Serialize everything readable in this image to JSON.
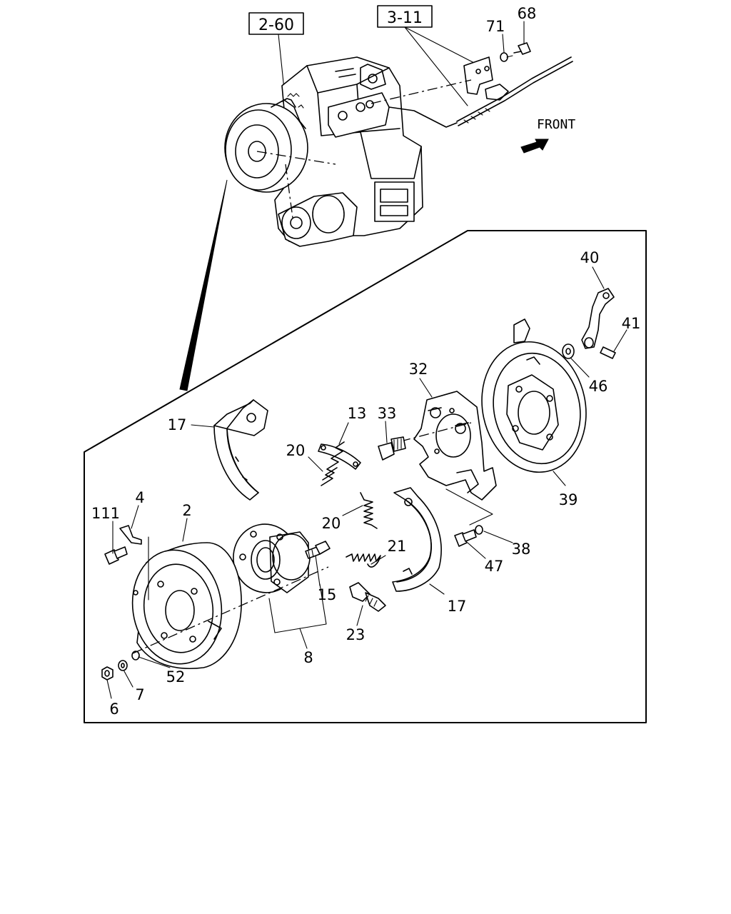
{
  "diagram": {
    "orientation_label": "FRONT",
    "ref_boxes": [
      {
        "id": "ref-box-2-60",
        "text": "2-60"
      },
      {
        "id": "ref-box-3-11",
        "text": "3-11"
      }
    ],
    "callouts": {
      "c68": "68",
      "c71": "71",
      "c40": "40",
      "c41": "41",
      "c46": "46",
      "c32": "32",
      "c39": "39",
      "c17a": "17",
      "c13": "13",
      "c33": "33",
      "c20a": "20",
      "c20b": "20",
      "c21": "21",
      "c38": "38",
      "c47": "47",
      "c17b": "17",
      "c111": "111",
      "c4": "4",
      "c2": "2",
      "c15": "15",
      "c23": "23",
      "c8": "8",
      "c52": "52",
      "c7": "7",
      "c6": "6"
    }
  }
}
